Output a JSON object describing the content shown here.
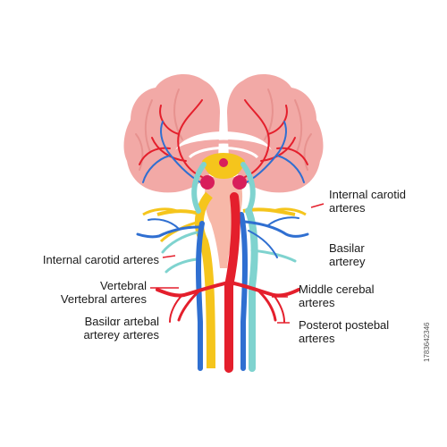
{
  "colors": {
    "brain": "#f2a9a6",
    "brain_dark": "#e7928f",
    "artery_red": "#e41f2c",
    "vein_blue": "#2f6fd1",
    "yellow": "#f5c51c",
    "teal": "#7fd3cf",
    "pink_core": "#f7b8a8",
    "magenta": "#d81e5b",
    "leader": "#e41f2c"
  },
  "labels": {
    "internal_carotid_right": [
      "Internal carotid",
      "arteres"
    ],
    "basilar_right": [
      "Basilar",
      "arterey"
    ],
    "middle_cerebral": [
      "Middle cerebal",
      "arteres"
    ],
    "posterior": [
      "Posterot postebal",
      "arteres"
    ],
    "internal_carotid_left": "Internal carotid arteres",
    "vertebral": [
      "Vertebral",
      "Vertebral arteres"
    ],
    "basilar_left": [
      "Basilαr artebal",
      "arterey arteres"
    ]
  },
  "stock_id": "1783642346"
}
